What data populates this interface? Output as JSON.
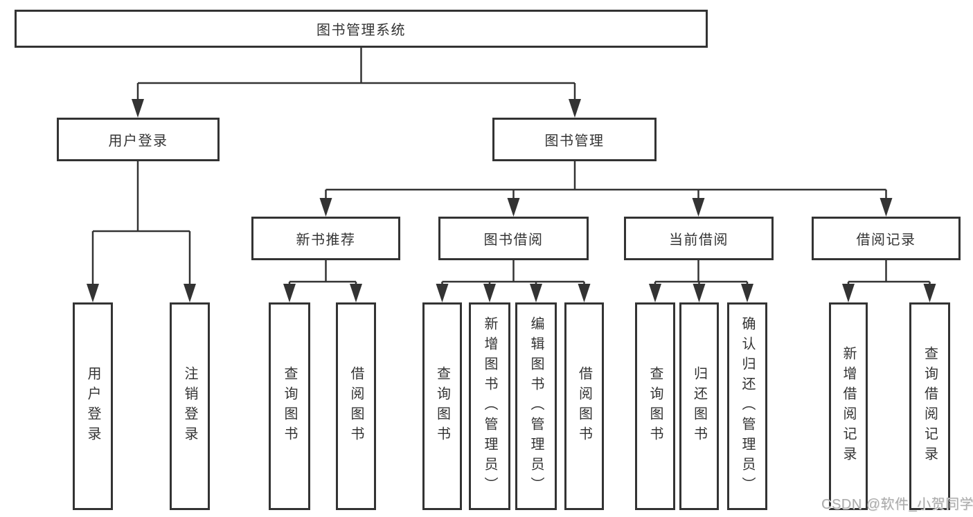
{
  "page": {
    "background": "#ffffff",
    "line_color": "#333333",
    "text_color": "#333333",
    "box_fill": "#ffffff"
  },
  "tree": {
    "root": {
      "label": "图书管理系统"
    },
    "children": [
      {
        "label": "用户登录",
        "children": [
          {
            "label": "用户登录"
          },
          {
            "label": "注销登录"
          }
        ]
      },
      {
        "label": "图书管理",
        "children": [
          {
            "label": "新书推荐",
            "children": [
              {
                "label": "查询图书"
              },
              {
                "label": "借阅图书"
              }
            ]
          },
          {
            "label": "图书借阅",
            "children": [
              {
                "label": "查询图书"
              },
              {
                "label": "新增图书（管理员）"
              },
              {
                "label": "编辑图书（管理员）"
              },
              {
                "label": "借阅图书"
              }
            ]
          },
          {
            "label": "当前借阅",
            "children": [
              {
                "label": "查询图书"
              },
              {
                "label": "归还图书"
              },
              {
                "label": "确认归还（管理员）"
              }
            ]
          },
          {
            "label": "借阅记录",
            "children": [
              {
                "label": "新增借阅记录"
              },
              {
                "label": "查询借阅记录"
              }
            ]
          }
        ]
      }
    ]
  },
  "watermark": {
    "text": "CSDN @软件_小贺同学",
    "color": "#ababab"
  }
}
